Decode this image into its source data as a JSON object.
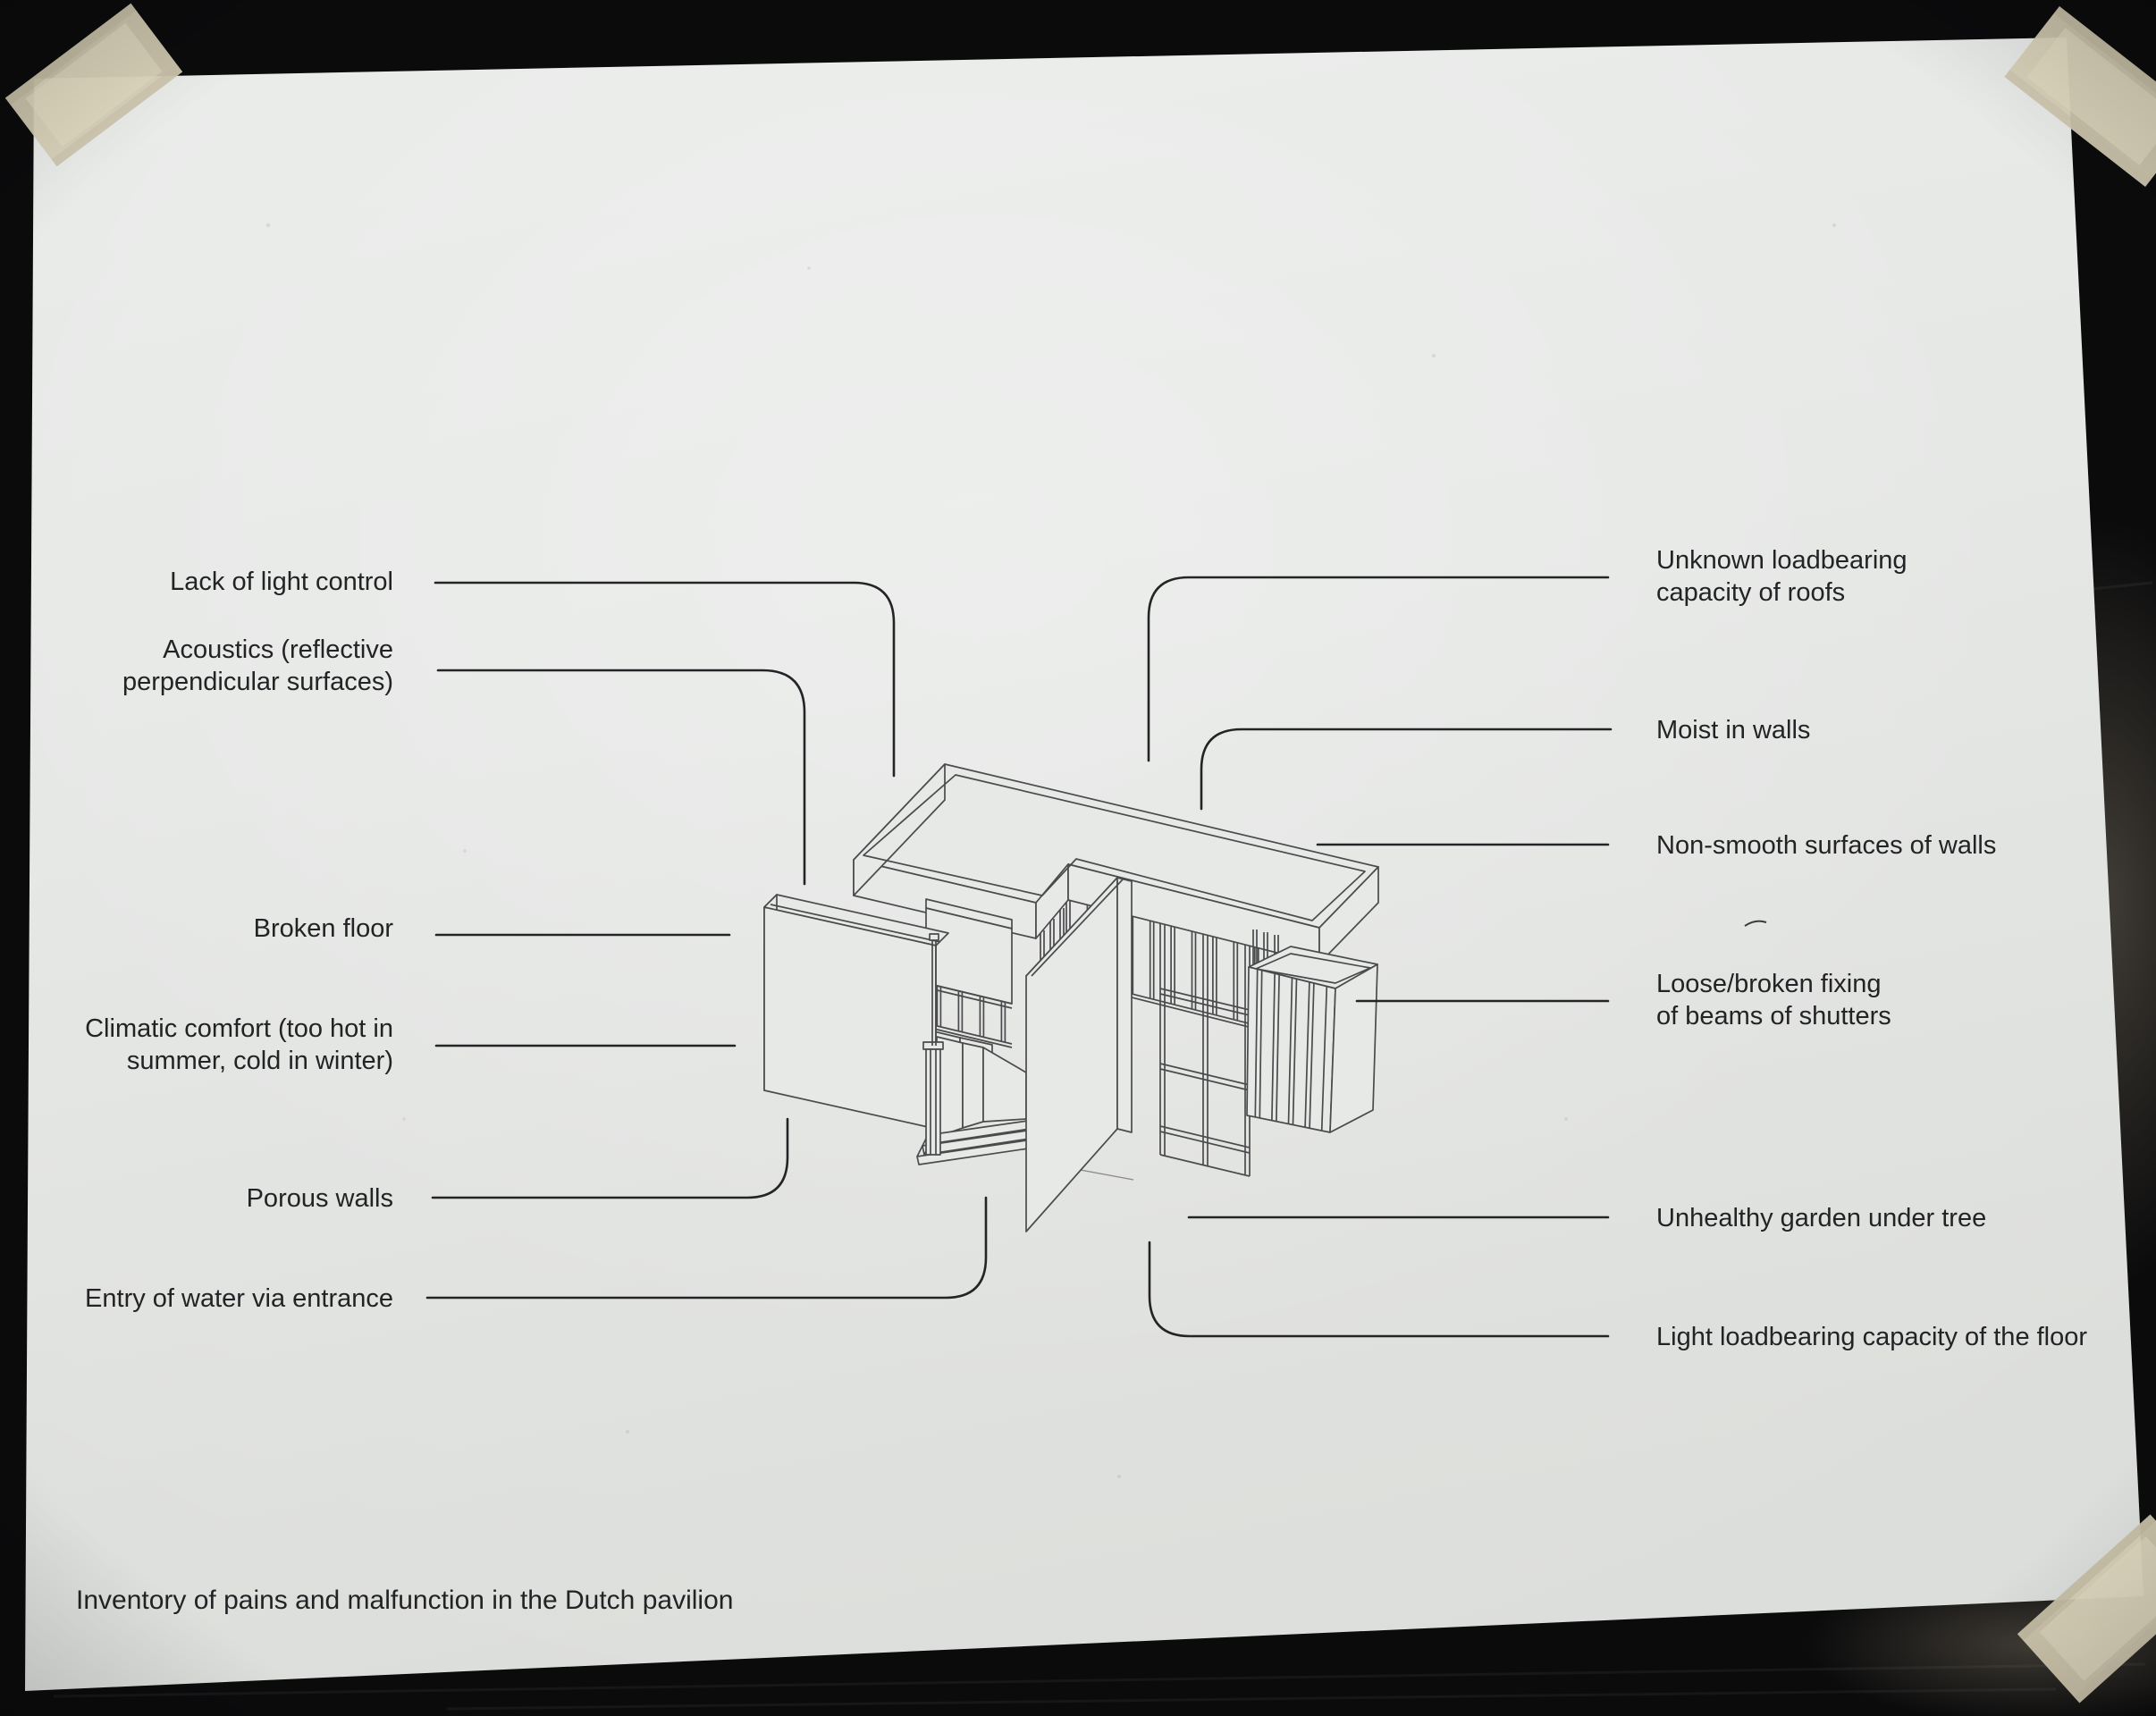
{
  "scene": {
    "caption": "Inventory of pains and malfunction in the Dutch pavilion",
    "colors": {
      "background": "#0b0b0c",
      "paper": "#e6e8e6",
      "ink": "#232326",
      "drawing_line": "#4b4b4d",
      "leader_line": "#242427",
      "tape": "#d7cfb5"
    }
  },
  "labels": {
    "left": [
      {
        "line1": "Lack of light control"
      },
      {
        "line1": "Acoustics (reflective",
        "line2": "perpendicular surfaces)"
      },
      {
        "line1": "Broken floor"
      },
      {
        "line1": "Climatic comfort (too hot in",
        "line2": "summer, cold in winter)"
      },
      {
        "line1": "Porous walls"
      },
      {
        "line1": "Entry of water via entrance"
      }
    ],
    "right": [
      {
        "line1": "Unknown loadbearing",
        "line2": "capacity of roofs"
      },
      {
        "line1": "Moist in walls"
      },
      {
        "line1": "Non-smooth surfaces of walls"
      },
      {
        "line1": "Loose/broken fixing",
        "line2": "of beams of shutters"
      },
      {
        "line1": "Unhealthy garden under tree"
      },
      {
        "line1": "Light loadbearing capacity of the floor"
      }
    ]
  }
}
